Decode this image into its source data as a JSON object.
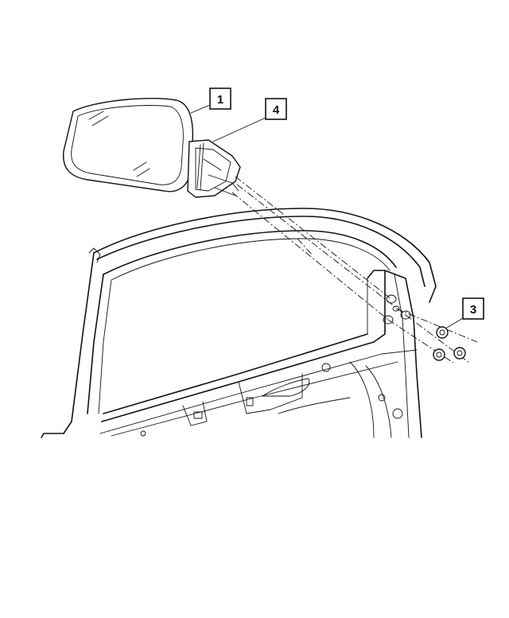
{
  "callouts": [
    {
      "id": "c1",
      "label": "1"
    },
    {
      "id": "c4",
      "label": "4"
    },
    {
      "id": "c3",
      "label": "3"
    }
  ],
  "colors": {
    "line": "#111111",
    "background": "#ffffff"
  }
}
